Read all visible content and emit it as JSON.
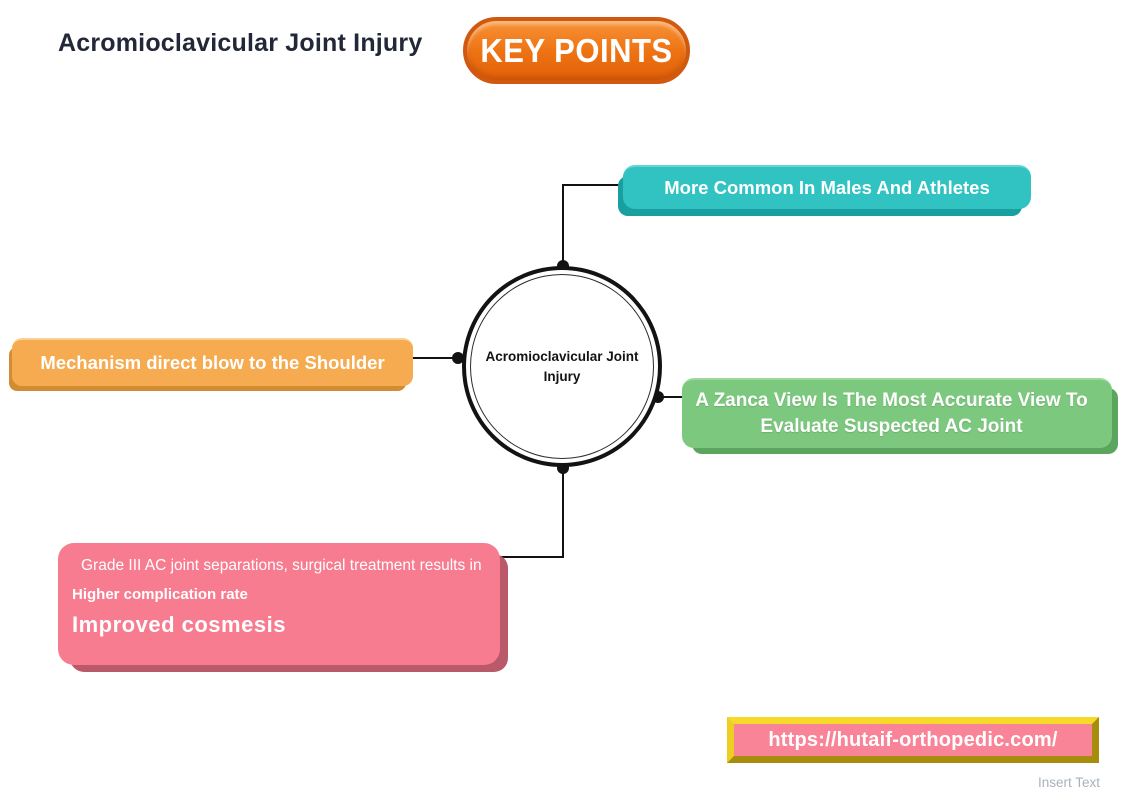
{
  "header": {
    "title": "Acromioclavicular Joint Injury",
    "badge_label": "KEY POINTS",
    "badge_color": "#ee7413"
  },
  "center_node": {
    "label": "Acromioclavicular Joint Injury"
  },
  "branches": {
    "top": {
      "label": "More Common In Males And Athletes",
      "color": "#31c2c2"
    },
    "left": {
      "label": "Mechanism direct blow to the Shoulder",
      "color": "#f6ab51"
    },
    "right": {
      "label": "A Zanca View Is The Most Accurate View To Evaluate Suspected AC Joint",
      "color": "#7cc87e"
    },
    "bottom": {
      "color": "#f77c90",
      "lines": [
        "Grade III AC joint separations, surgical treatment results in",
        "Higher complication rate",
        "Improved cosmesis"
      ]
    }
  },
  "footer": {
    "website": "https://hutaif-orthopedic.com/",
    "website_bg": "#fa8497",
    "website_border": "#f6d92a",
    "placeholder": "Insert Text"
  }
}
